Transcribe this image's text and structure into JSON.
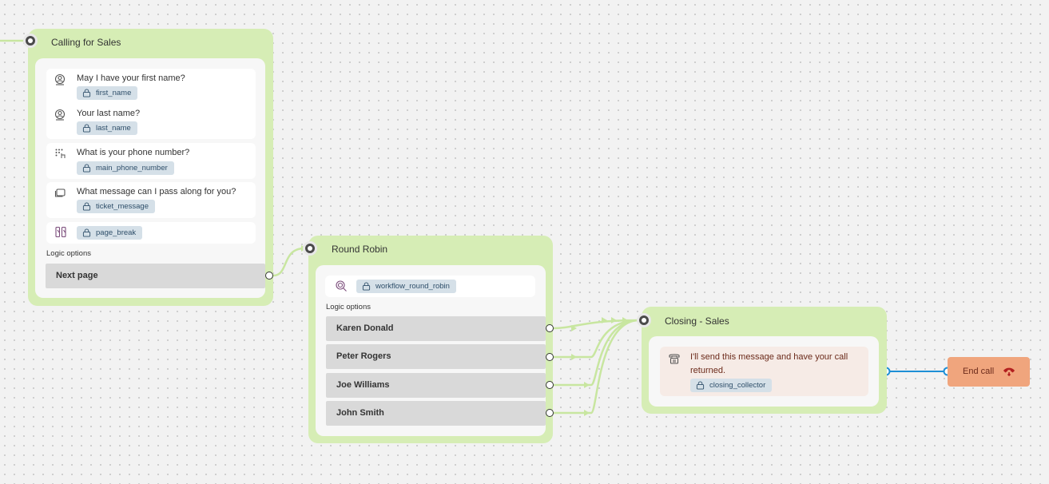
{
  "nodes": {
    "calling_for_sales": {
      "title": "Calling for Sales",
      "questions": [
        {
          "text": "May I have your first name?",
          "tag": "first_name",
          "icon": "person-icon"
        },
        {
          "text": "Your last name?",
          "tag": "last_name",
          "icon": "person-icon"
        },
        {
          "text": "What is your phone number?",
          "tag": "main_phone_number",
          "icon": "keypad-icon"
        },
        {
          "text": "What message can I pass along for you?",
          "tag": "ticket_message",
          "icon": "message-icon"
        }
      ],
      "page_break_tag": "page_break",
      "logic_label": "Logic options",
      "options": [
        "Next page"
      ]
    },
    "round_robin": {
      "title": "Round Robin",
      "workflow_tag": "workflow_round_robin",
      "logic_label": "Logic options",
      "options": [
        "Karen Donald",
        "Peter Rogers",
        "Joe Williams",
        "John Smith"
      ]
    },
    "closing_sales": {
      "title": "Closing - Sales",
      "message_line1": "I'll send this message and have your call",
      "message_line2": "returned.",
      "tag": "closing_collector"
    },
    "end_call": {
      "label": "End call"
    }
  },
  "colors": {
    "node_green": "#d6edb5",
    "edge_green": "#c8e6a0",
    "edge_blue": "#1d8fd6",
    "end_call_bg": "#f0a57d",
    "message_bg": "#f6ebe6"
  }
}
